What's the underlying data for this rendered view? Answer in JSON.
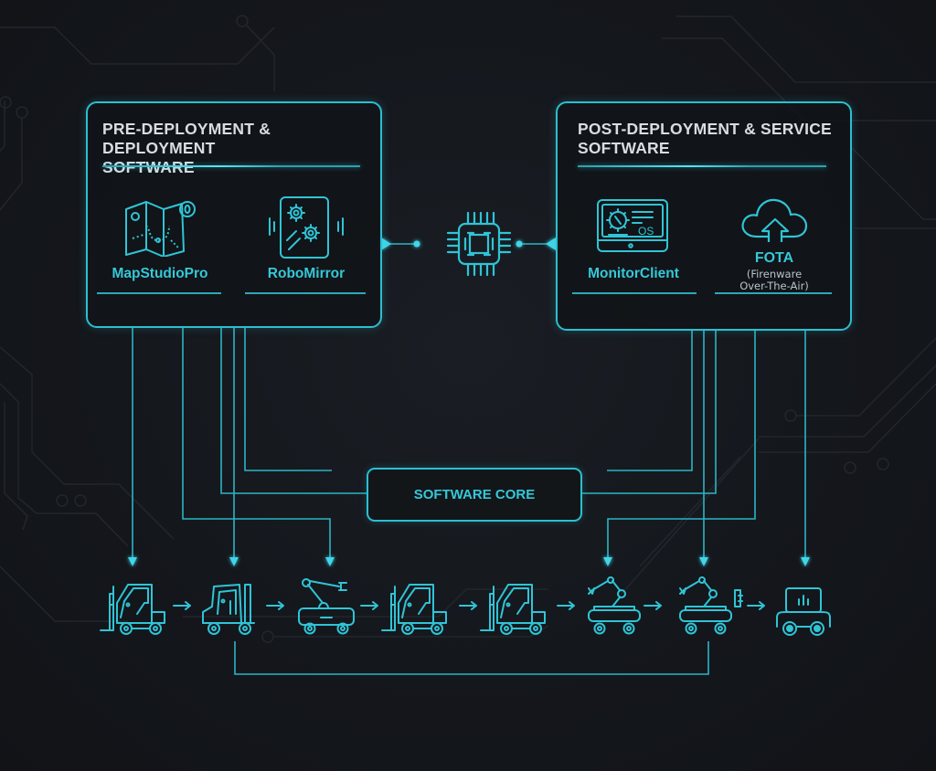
{
  "colors": {
    "background": "#14171c",
    "accent": "#2bbfd0",
    "accent_bright": "#45e0f2",
    "title_text": "#d8dde2",
    "label_text": "#35c8d8"
  },
  "left_panel": {
    "title": "PRE-DEPLOYMENT & DEPLOYMENT\nSOFTWARE",
    "items": [
      {
        "label": "MapStudioPro",
        "icon": "map-icon"
      },
      {
        "label": "RoboMirror",
        "icon": "gear-tablet-icon"
      }
    ]
  },
  "right_panel": {
    "title": "POST-DEPLOYMENT & SERVICE\nSOFTWARE",
    "items": [
      {
        "label": "MonitorClient",
        "icon": "monitor-os-icon",
        "icon_text": "OS"
      },
      {
        "label": "FOTA",
        "sublabel_line1": "(Firenware",
        "sublabel_line2": "Over-The-Air)",
        "icon": "cloud-upload-icon"
      }
    ]
  },
  "center_hub": {
    "icon": "chip-icon"
  },
  "core": {
    "label": "SOFTWARE CORE"
  },
  "fleet": {
    "vehicles": [
      {
        "type": "forklift"
      },
      {
        "type": "forklift-reverse"
      },
      {
        "type": "robot-arm-cart"
      },
      {
        "type": "forklift"
      },
      {
        "type": "forklift"
      },
      {
        "type": "robot-arm-cart"
      },
      {
        "type": "robot-arm-cart-panel"
      },
      {
        "type": "delivery-cart"
      }
    ],
    "flow_arrow": "→"
  }
}
